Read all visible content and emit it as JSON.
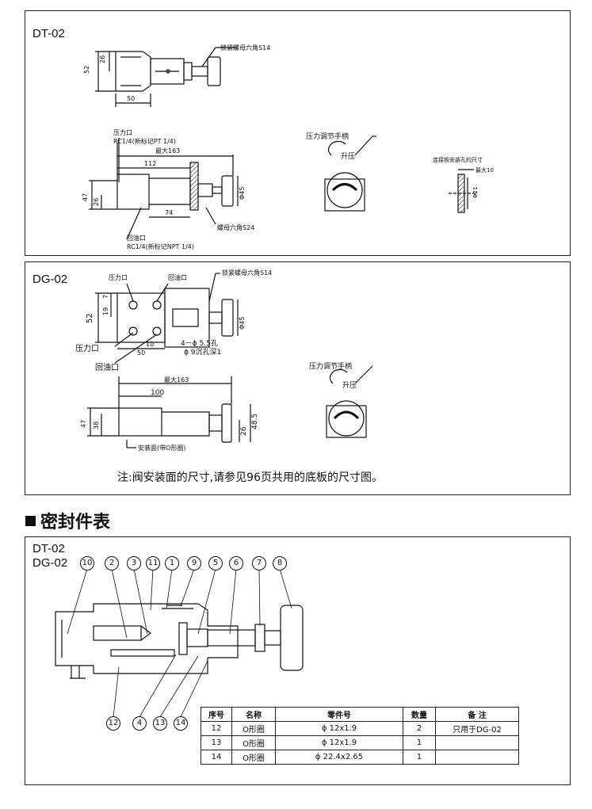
{
  "dt02": {
    "title": "DT-02",
    "labels": {
      "lock_nut": "锁紧螺母六角S14",
      "dim_52": "52",
      "dim_26": "26",
      "dim_50": "50",
      "pressure_port": "压力口",
      "pressure_port_thread": "RC1/4(新标记PT 1/4)",
      "max_163": "最大163",
      "dim_112": "112",
      "dim_47": "47",
      "dim_26b": "26",
      "dim_74": "74",
      "dim_phi45": "Φ45",
      "hex_nut": "螺母六角S24",
      "return_port": "回油口",
      "return_port_thread": "RC1/4(新标记NPT 1/4)",
      "handle": "压力调节手柄",
      "raise": "升压",
      "panel_hole": "连接板安装孔的尺寸",
      "max_10": "最大10",
      "phi21": "Φ21"
    }
  },
  "dg02": {
    "title": "DG-02",
    "labels": {
      "pressure_port_top": "压力口",
      "return_port_top": "回油口",
      "lock_nut": "锁紧螺母六角S14",
      "dim_7": "7",
      "dim_19": "19",
      "dim_52": "52",
      "dim_10": "10",
      "dim_50": "50",
      "holes": "4－ϕ 5.5孔",
      "counterbore": "ϕ 9沉孔深1",
      "dim_phi45": "Φ45",
      "pressure_port": "压力口",
      "return_port": "回油口",
      "max_163": "最大163",
      "dim_100": "100",
      "dim_47": "47",
      "dim_38": "38",
      "dim_26": "26",
      "dim_48_5": "48.5",
      "mount_face": "安装面(带O形圈)",
      "handle": "压力调节手柄",
      "raise": "升压"
    },
    "note": "注:阀安装面的尺寸,请参见96页共用的底板的尺寸图。"
  },
  "seal_section": {
    "title": "密封件表",
    "panel_title_1": "DT-02",
    "panel_title_2": "DG-02",
    "callouts_top": [
      "10",
      "2",
      "3",
      "11",
      "1",
      "9",
      "5",
      "6",
      "7",
      "8"
    ],
    "callouts_bottom": [
      "12",
      "4",
      "13",
      "14"
    ],
    "table": {
      "headers": [
        "序号",
        "名称",
        "零件号",
        "数量",
        "备  注"
      ],
      "rows": [
        [
          "12",
          "O形圈",
          "ϕ 12x1.9",
          "2",
          "只用于DG-02"
        ],
        [
          "13",
          "O形圈",
          "ϕ 12x1.9",
          "1",
          ""
        ],
        [
          "14",
          "O形圈",
          "ϕ 22.4x2.65",
          "1",
          ""
        ]
      ]
    }
  }
}
